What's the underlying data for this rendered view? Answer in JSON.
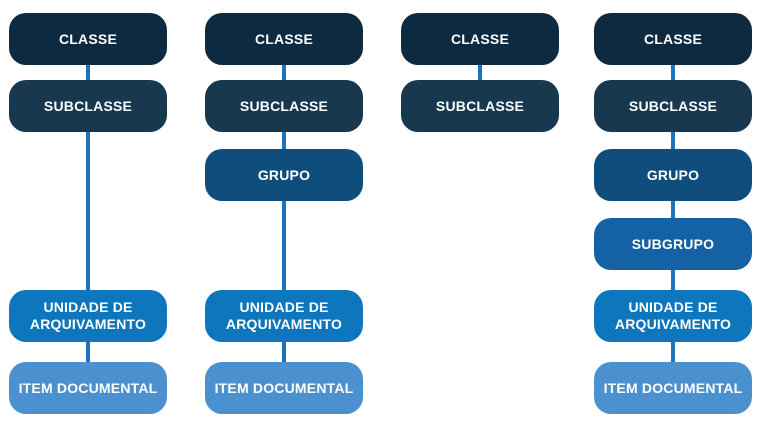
{
  "diagram": {
    "title": "hierarquia-de-classificacao-documental",
    "background_color": "#ffffff",
    "connector_color": "#1C75BC",
    "text_color": "#ffffff",
    "levels": {
      "classe": {
        "row": 0,
        "color": "#0E2A41"
      },
      "subclasse": {
        "row": 1,
        "color": "#17384F"
      },
      "grupo": {
        "row": 2,
        "color": "#0F4D7C"
      },
      "subgrupo": {
        "row": 3,
        "color": "#1561A6"
      },
      "unidade": {
        "row": 4,
        "color": "#0E76BD"
      },
      "item": {
        "row": 5,
        "color": "#4B91CF"
      }
    },
    "columns": [
      {
        "nodes": [
          {
            "level": "classe",
            "label": "CLASSE"
          },
          {
            "level": "subclasse",
            "label": "SUBCLASSE"
          },
          {
            "level": "unidade",
            "label": "UNIDADE DE ARQUIVAMENTO"
          },
          {
            "level": "item",
            "label": "ITEM DOCUMENTAL"
          }
        ]
      },
      {
        "nodes": [
          {
            "level": "classe",
            "label": "CLASSE"
          },
          {
            "level": "subclasse",
            "label": "SUBCLASSE"
          },
          {
            "level": "grupo",
            "label": "GRUPO"
          },
          {
            "level": "unidade",
            "label": "UNIDADE DE ARQUIVAMENTO"
          },
          {
            "level": "item",
            "label": "ITEM DOCUMENTAL"
          }
        ]
      },
      {
        "nodes": [
          {
            "level": "classe",
            "label": "CLASSE"
          },
          {
            "level": "subclasse",
            "label": "SUBCLASSE"
          }
        ]
      },
      {
        "nodes": [
          {
            "level": "classe",
            "label": "CLASSE"
          },
          {
            "level": "subclasse",
            "label": "SUBCLASSE"
          },
          {
            "level": "grupo",
            "label": "GRUPO"
          },
          {
            "level": "subgrupo",
            "label": "SUBGRUPO"
          },
          {
            "level": "unidade",
            "label": "UNIDADE DE ARQUIVAMENTO"
          },
          {
            "level": "item",
            "label": "ITEM DOCUMENTAL"
          }
        ]
      }
    ]
  }
}
